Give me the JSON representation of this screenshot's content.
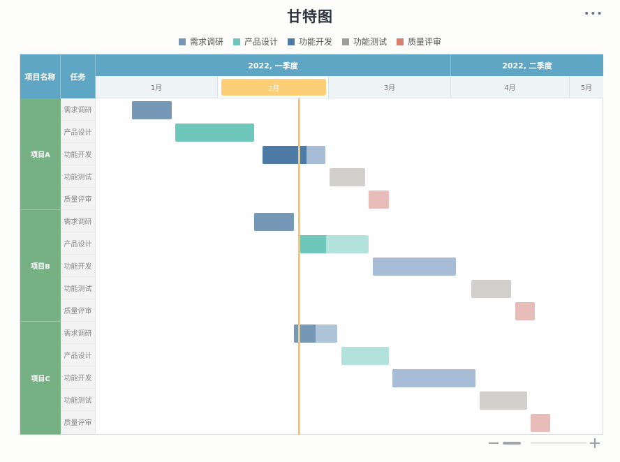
{
  "header": {
    "title": "甘特图",
    "more_label": "•••"
  },
  "legend": [
    {
      "label": "需求调研",
      "color": "#7598b6"
    },
    {
      "label": "产品设计",
      "color": "#6fc6ba"
    },
    {
      "label": "功能开发",
      "color": "#4d7ba6"
    },
    {
      "label": "功能测试",
      "color": "#9e9e9a"
    },
    {
      "label": "质量评审",
      "color": "#d9806f"
    }
  ],
  "table": {
    "col_project": "项目名称",
    "col_task": "任务",
    "quarters": [
      "2022, 一季度",
      "2022, 二季度"
    ],
    "months": [
      "1月",
      "2月",
      "3月",
      "4月",
      "5月"
    ],
    "active_month": "2月"
  },
  "projects": [
    {
      "name": "项目A",
      "tasks": [
        "需求调研",
        "产品设计",
        "功能开发",
        "功能测试",
        "质量评审"
      ]
    },
    {
      "name": "项目B",
      "tasks": [
        "需求调研",
        "产品设计",
        "功能开发",
        "功能测试",
        "质量评审"
      ]
    },
    {
      "name": "项目C",
      "tasks": [
        "需求调研",
        "产品设计",
        "功能开发",
        "功能测试",
        "质量评审"
      ]
    }
  ],
  "zoom_controls": {
    "minus": "—",
    "plus": "+"
  },
  "chart_data": {
    "type": "gantt",
    "title": "甘特图",
    "legend_position": "top",
    "time_axis": {
      "quarters": [
        "2022, 一季度",
        "2022, 二季度"
      ],
      "months": [
        "1月",
        "2月",
        "3月",
        "4月",
        "5月"
      ],
      "today_marker": "2月 (approx. mid-February)"
    },
    "tasks": [
      {
        "project": "项目A",
        "task": "需求调研",
        "start_month": 1.3,
        "end_month": 1.6,
        "progress": 1.0
      },
      {
        "project": "项目A",
        "task": "产品设计",
        "start_month": 1.65,
        "end_month": 2.3,
        "progress": 1.0
      },
      {
        "project": "项目A",
        "task": "功能开发",
        "start_month": 2.35,
        "end_month": 2.85,
        "progress": 0.7
      },
      {
        "project": "项目A",
        "task": "功能测试",
        "start_month": 3.0,
        "end_month": 3.3,
        "progress": 0
      },
      {
        "project": "项目A",
        "task": "质量评审",
        "start_month": 3.3,
        "end_month": 3.5,
        "progress": 0
      },
      {
        "project": "项目B",
        "task": "需求调研",
        "start_month": 2.3,
        "end_month": 2.6,
        "progress": 1.0
      },
      {
        "project": "项目B",
        "task": "产品设计",
        "start_month": 2.65,
        "end_month": 3.35,
        "progress": 0.35
      },
      {
        "project": "项目B",
        "task": "功能开发",
        "start_month": 3.4,
        "end_month": 4.1,
        "progress": 0
      },
      {
        "project": "项目B",
        "task": "功能测试",
        "start_month": 4.2,
        "end_month": 4.5,
        "progress": 0
      },
      {
        "project": "项目B",
        "task": "质量评审",
        "start_month": 4.55,
        "end_month": 4.7,
        "progress": 0
      },
      {
        "project": "项目C",
        "task": "需求调研",
        "start_month": 2.6,
        "end_month": 2.95,
        "progress": 0.5
      },
      {
        "project": "项目C",
        "task": "产品设计",
        "start_month": 3.05,
        "end_month": 3.45,
        "progress": 0
      },
      {
        "project": "项目C",
        "task": "功能开发",
        "start_month": 3.5,
        "end_month": 4.2,
        "progress": 0
      },
      {
        "project": "项目C",
        "task": "功能测试",
        "start_month": 4.25,
        "end_month": 4.65,
        "progress": 0
      },
      {
        "project": "项目C",
        "task": "质量评审",
        "start_month": 4.7,
        "end_month": 4.85,
        "progress": 0
      }
    ]
  }
}
